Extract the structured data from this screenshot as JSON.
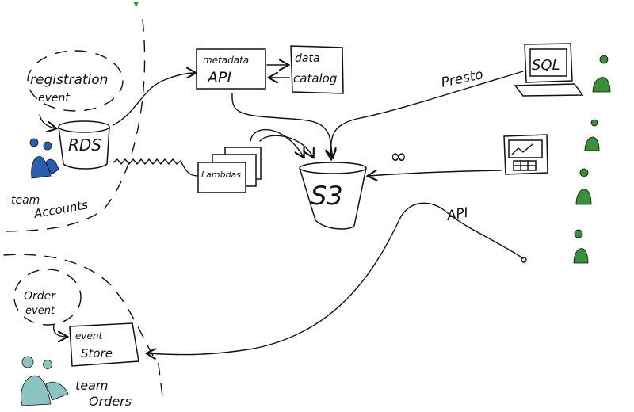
{
  "diagram": {
    "team_accounts": {
      "event_label": [
        "registration",
        "event"
      ],
      "database_label": "RDS",
      "team_label": [
        "team",
        "Accounts"
      ],
      "color": "#2a5db0"
    },
    "metadata_api": {
      "label": [
        "metadata",
        "API"
      ]
    },
    "data_catalog": {
      "label": [
        "data",
        "catalog"
      ]
    },
    "lambdas": {
      "label": "Lambdas"
    },
    "storage": {
      "label": "S3"
    },
    "sql_client": {
      "label": "SQL",
      "connection_label": "Presto"
    },
    "dashboard": {
      "stream_symbol": "∞"
    },
    "api": {
      "label": "API"
    },
    "team_orders": {
      "event_label": [
        "Order",
        "event"
      ],
      "store_label": [
        "event",
        "Store"
      ],
      "team_label": [
        "team",
        "Orders"
      ],
      "color": "#8cc4c4"
    },
    "users": {
      "color": "#3a8f3a"
    }
  }
}
